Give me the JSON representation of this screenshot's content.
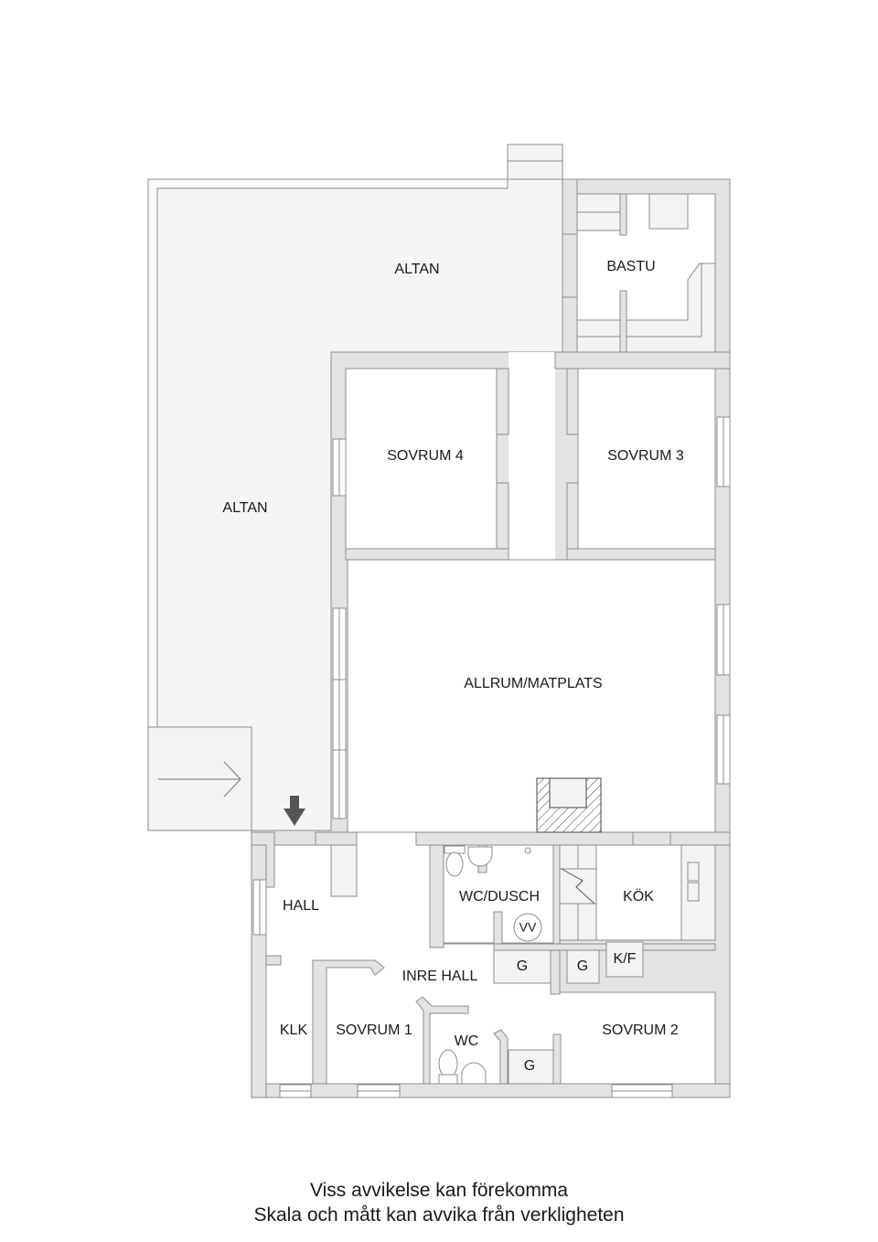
{
  "floorplan": {
    "rooms": {
      "altan_top": "ALTAN",
      "altan_left": "ALTAN",
      "bastu": "BASTU",
      "sovrum4": "SOVRUM 4",
      "sovrum3": "SOVRUM 3",
      "allrum": "ALLRUM/MATPLATS",
      "wc_dusch": "WC/DUSCH",
      "kok": "KÖK",
      "hall": "HALL",
      "inre_hall": "INRE HALL",
      "klk": "KLK",
      "sovrum1": "SOVRUM 1",
      "wc": "WC",
      "sovrum2": "SOVRUM 2",
      "g1": "G",
      "g2": "G",
      "g3": "G",
      "kf": "K/F",
      "vv": "VV"
    },
    "colors": {
      "wall_fill": "#e3e3e3",
      "wall_stroke": "#8c8c8c",
      "deck_fill": "#f5f5f5",
      "arrow": "#555555"
    }
  },
  "footer": {
    "line1": "Viss avvikelse kan förekomma",
    "line2": "Skala och mått kan avvika från verkligheten"
  }
}
